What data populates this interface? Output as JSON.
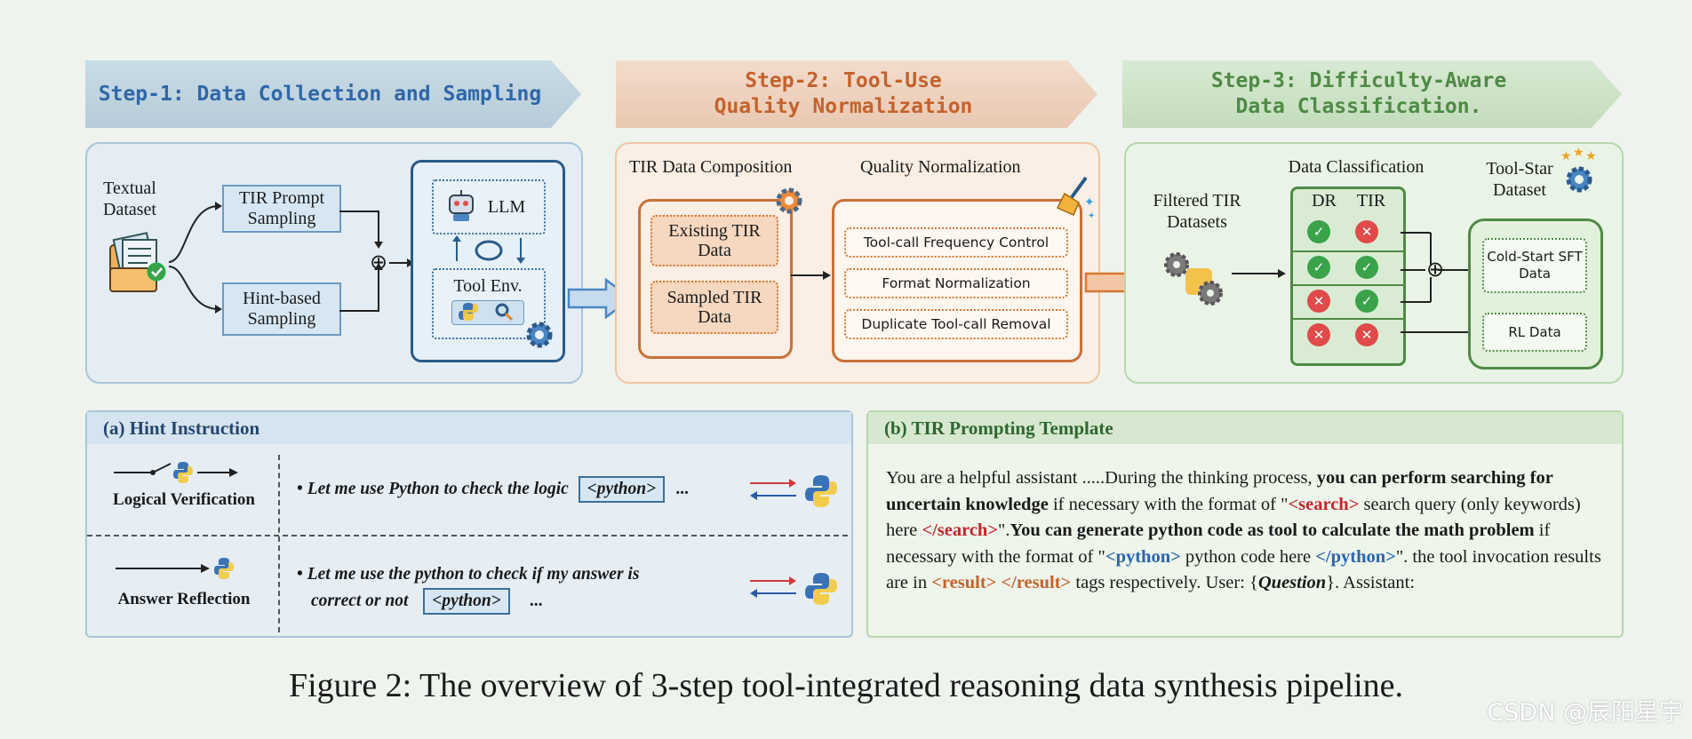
{
  "steps": {
    "step1": "Step-1: Data Collection and Sampling",
    "step2": "Step-2: Tool-Use Quality Normalization",
    "step3": "Step-3: Difficulty-Aware Data Classification."
  },
  "panel1": {
    "textual_dataset": "Textual Dataset",
    "tir_prompt_sampling": "TIR Prompt Sampling",
    "hint_based_sampling": "Hint-based Sampling",
    "llm": "LLM",
    "tool_env": "Tool Env.",
    "plus": "⊕"
  },
  "panel2": {
    "composition_title": "TIR Data Composition",
    "existing": "Existing TIR Data",
    "sampled": "Sampled TIR Data",
    "normalization_title": "Quality Normalization",
    "items": [
      "Tool-call Frequency Control",
      "Format Normalization",
      "Duplicate Tool-call Removal"
    ]
  },
  "panel3": {
    "filtered": "Filtered TIR Datasets",
    "classification_title": "Data Classification",
    "col_dr": "DR",
    "col_tir": "TIR",
    "rows": [
      [
        "ok",
        "no"
      ],
      [
        "ok",
        "ok"
      ],
      [
        "no",
        "ok"
      ],
      [
        "no",
        "no"
      ]
    ],
    "toolstar": "Tool-Star Dataset",
    "coldstart": "Cold-Start SFT Data",
    "rl": "RL Data",
    "plus": "⊕",
    "ok_mark": "✓",
    "no_mark": "✕"
  },
  "hint": {
    "title": "(a) Hint Instruction",
    "row1_label": "Logical Verification",
    "row1_text": "Let me use Python to check the logic",
    "row2_label": "Answer Reflection",
    "row2_text_a": "Let me use the python to check if my answer is",
    "row2_text_b": "correct or not",
    "python_tag": "<python>",
    "ellipsis": "...",
    "bullet": "•"
  },
  "template": {
    "title": "(b) TIR Prompting Template",
    "t1": "You are a helpful assistant .....During the thinking process, ",
    "t2": "you can perform searching for uncertain knowledge",
    "t3": " if necessary with the format of \"",
    "search_open": "<search>",
    "t4": " search query (only keywords) here ",
    "search_close": "</search>",
    "t5": "\".",
    "t6": "You can generate python code as tool to calculate the math problem",
    "t7": " if necessary with the format of \"",
    "py_open": "<python>",
    "t8": " python code here ",
    "py_close": "</python>",
    "t9": "\". the tool invocation results are in ",
    "res_open": "<result>",
    "res_close": "</result>",
    "t10": " tags respectively. User: {",
    "question": "Question",
    "t11": "}. Assistant:"
  },
  "caption": "Figure 2: The overview of 3-step tool-integrated reasoning data synthesis pipeline.",
  "watermark": "CSDN @辰阳星宇"
}
